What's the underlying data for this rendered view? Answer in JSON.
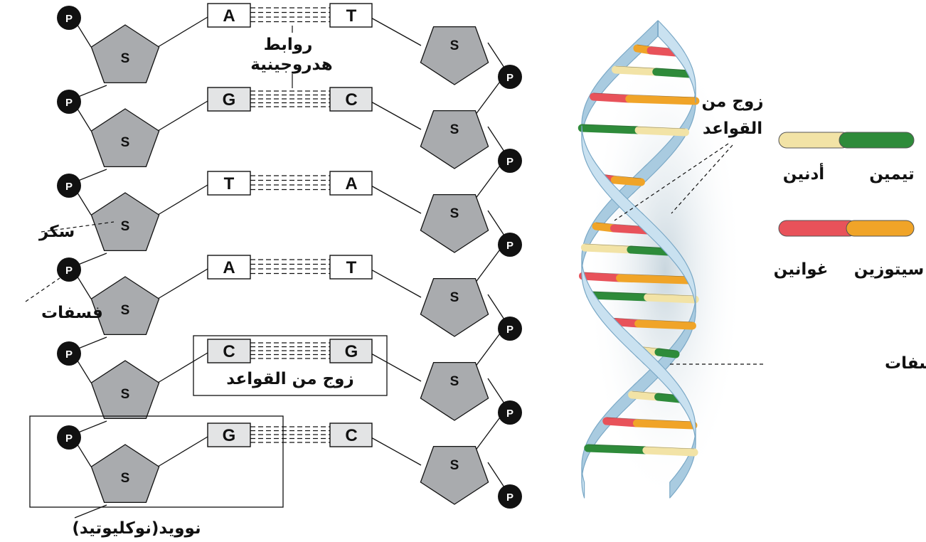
{
  "ladder": {
    "rungs": [
      {
        "left": "A",
        "right": "T"
      },
      {
        "left": "G",
        "right": "C"
      },
      {
        "left": "T",
        "right": "A"
      },
      {
        "left": "A",
        "right": "T"
      },
      {
        "left": "C",
        "right": "G"
      },
      {
        "left": "G",
        "right": "C"
      }
    ],
    "sugar_label": "S",
    "phosphate_label": "P"
  },
  "labels": {
    "hydrogen_bonds_line1": "روابط",
    "hydrogen_bonds_line2": "هدروجينية",
    "sugar": "سكر",
    "phosphate": "فسفات",
    "base_pair": "زوج من القواعد",
    "nucleotide": "نوويد(نوكليوتيد)",
    "helix_base_pair_line1": "زوج من",
    "helix_base_pair_line2": "القواعد",
    "sugar_phosphate": "السكر والفسفات"
  },
  "legend": {
    "pair1": {
      "left_label": "أدنين",
      "right_label": "تيمين",
      "left_color": "#f2e3a6",
      "right_color": "#2e8b3a"
    },
    "pair2": {
      "left_label": "غوانين",
      "right_label": "سيتوزين",
      "left_color": "#e8525a",
      "right_color": "#f0a428"
    }
  },
  "colors": {
    "sugar_fill": "#a9abae",
    "base_box_light": "#e3e4e5",
    "phosphate_fill": "#111111",
    "ribbon_fill": "#bcd8ea",
    "ribbon_edge": "#7aa8c6"
  }
}
